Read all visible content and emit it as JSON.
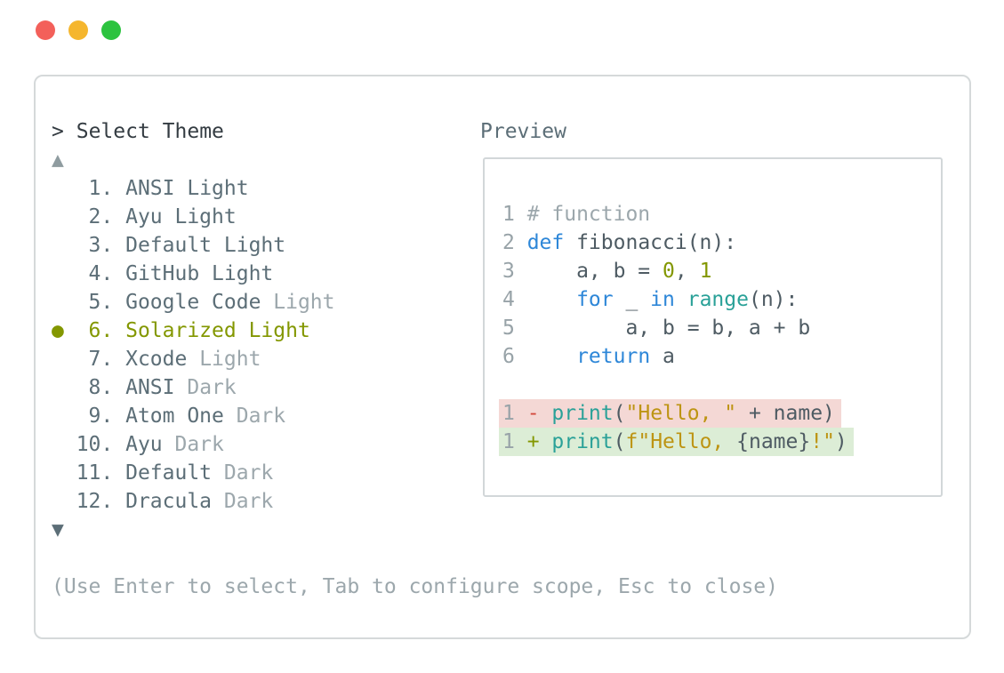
{
  "colors": {
    "light_red": "#f3605a",
    "light_yellow": "#f5b62e",
    "light_green": "#2cc33f",
    "panel_border": "#d5d9da",
    "box_border": "#d2d7d9",
    "heading": "#343c42",
    "slate": "#5c6e77",
    "muted": "#9ca7ac",
    "olive": "#839700",
    "arrow_up": "#8f9ca0",
    "arrow_down": "#5c6e77",
    "ln": "#98a3a8",
    "com": "#9ca7ac",
    "kw": "#2e87d8",
    "fn": "#2aa198",
    "num": "#839700",
    "str": "#bd9413",
    "plain": "#4e5b63",
    "minus": "#d2483c",
    "plus": "#839700",
    "removed_bg": "#f4d8d5",
    "added_bg": "#dcedd6"
  },
  "prompt": {
    "caret": ">",
    "title": "Select Theme"
  },
  "list": {
    "scroll_up": "▲",
    "scroll_down": "▼",
    "selected_marker": "●",
    "items": [
      {
        "number": "1",
        "name": "ANSI",
        "variant": "Light",
        "variant_muted": false,
        "selected": false
      },
      {
        "number": "2",
        "name": "Ayu",
        "variant": "Light",
        "variant_muted": false,
        "selected": false
      },
      {
        "number": "3",
        "name": "Default",
        "variant": "Light",
        "variant_muted": false,
        "selected": false
      },
      {
        "number": "4",
        "name": "GitHub",
        "variant": "Light",
        "variant_muted": false,
        "selected": false
      },
      {
        "number": "5",
        "name": "Google Code",
        "variant": "Light",
        "variant_muted": true,
        "selected": false
      },
      {
        "number": "6",
        "name": "Solarized",
        "variant": "Light",
        "variant_muted": false,
        "selected": true
      },
      {
        "number": "7",
        "name": "Xcode",
        "variant": "Light",
        "variant_muted": true,
        "selected": false
      },
      {
        "number": "8",
        "name": "ANSI",
        "variant": "Dark",
        "variant_muted": true,
        "selected": false
      },
      {
        "number": "9",
        "name": "Atom One",
        "variant": "Dark",
        "variant_muted": true,
        "selected": false
      },
      {
        "number": "10",
        "name": "Ayu",
        "variant": "Dark",
        "variant_muted": true,
        "selected": false
      },
      {
        "number": "11",
        "name": "Default",
        "variant": "Dark",
        "variant_muted": true,
        "selected": false
      },
      {
        "number": "12",
        "name": "Dracula",
        "variant": "Dark",
        "variant_muted": true,
        "selected": false
      }
    ]
  },
  "preview": {
    "title": "Preview",
    "code_lines": [
      {
        "num": "1",
        "tokens": [
          {
            "t": "# function",
            "c": "com"
          }
        ]
      },
      {
        "num": "2",
        "tokens": [
          {
            "t": "def",
            "c": "kw"
          },
          {
            "t": " fibonacci(n):",
            "c": "plain"
          }
        ]
      },
      {
        "num": "3",
        "tokens": [
          {
            "t": "    a, b = ",
            "c": "plain"
          },
          {
            "t": "0",
            "c": "num"
          },
          {
            "t": ", ",
            "c": "plain"
          },
          {
            "t": "1",
            "c": "num"
          }
        ]
      },
      {
        "num": "4",
        "tokens": [
          {
            "t": "    ",
            "c": "plain"
          },
          {
            "t": "for",
            "c": "kw"
          },
          {
            "t": " _ ",
            "c": "plain"
          },
          {
            "t": "in",
            "c": "kw"
          },
          {
            "t": " ",
            "c": "plain"
          },
          {
            "t": "range",
            "c": "fn"
          },
          {
            "t": "(n):",
            "c": "plain"
          }
        ]
      },
      {
        "num": "5",
        "tokens": [
          {
            "t": "        a, b = b, a + b",
            "c": "plain"
          }
        ]
      },
      {
        "num": "6",
        "tokens": [
          {
            "t": "    ",
            "c": "plain"
          },
          {
            "t": "return",
            "c": "kw"
          },
          {
            "t": " a",
            "c": "plain"
          }
        ]
      },
      {
        "num": "",
        "tokens": []
      },
      {
        "num": "1",
        "hl": "removed",
        "tokens": [
          {
            "t": "- ",
            "c": "minus"
          },
          {
            "t": "print",
            "c": "fn"
          },
          {
            "t": "(",
            "c": "plain"
          },
          {
            "t": "\"Hello, \"",
            "c": "str"
          },
          {
            "t": " + name)",
            "c": "plain"
          }
        ]
      },
      {
        "num": "1",
        "hl": "added",
        "tokens": [
          {
            "t": "+ ",
            "c": "plus"
          },
          {
            "t": "print",
            "c": "fn"
          },
          {
            "t": "(",
            "c": "plain"
          },
          {
            "t": "f\"Hello, ",
            "c": "str"
          },
          {
            "t": "{name}",
            "c": "plain"
          },
          {
            "t": "!\"",
            "c": "str"
          },
          {
            "t": ")",
            "c": "plain"
          }
        ]
      }
    ]
  },
  "footer": {
    "hint": "(Use Enter to select, Tab to configure scope, Esc to close)"
  }
}
